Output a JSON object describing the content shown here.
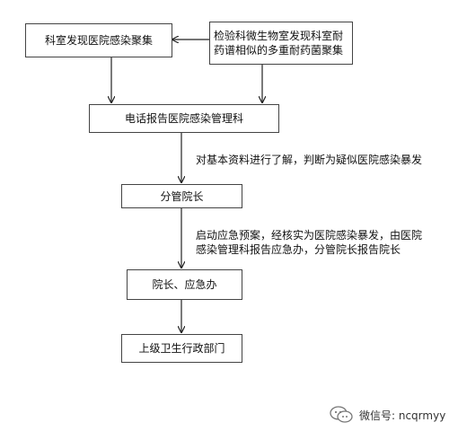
{
  "boxes": {
    "dept_found": "科室发现医院感染聚集",
    "lab_found_line1": "检验科微生物室发现科室耐",
    "lab_found_line2": "药谱相似的多重耐药菌聚集",
    "report": "电话报告医院感染管理科",
    "deputy_dean": "分管院长",
    "dean_emergency": "院长、应急办",
    "health_dept": "上级卫生行政部门"
  },
  "notes": {
    "step1": "对基本资料进行了解，判断为疑似医院感染暴发",
    "step2_line1": "启动应急预案，经核实为医院感染暴发，由医院",
    "step2_line2": "感染管理科报告应急办，分管院长报告院长"
  },
  "watermark": {
    "icon": "wechat-icon",
    "text": "微信号: ncqrmyy"
  }
}
